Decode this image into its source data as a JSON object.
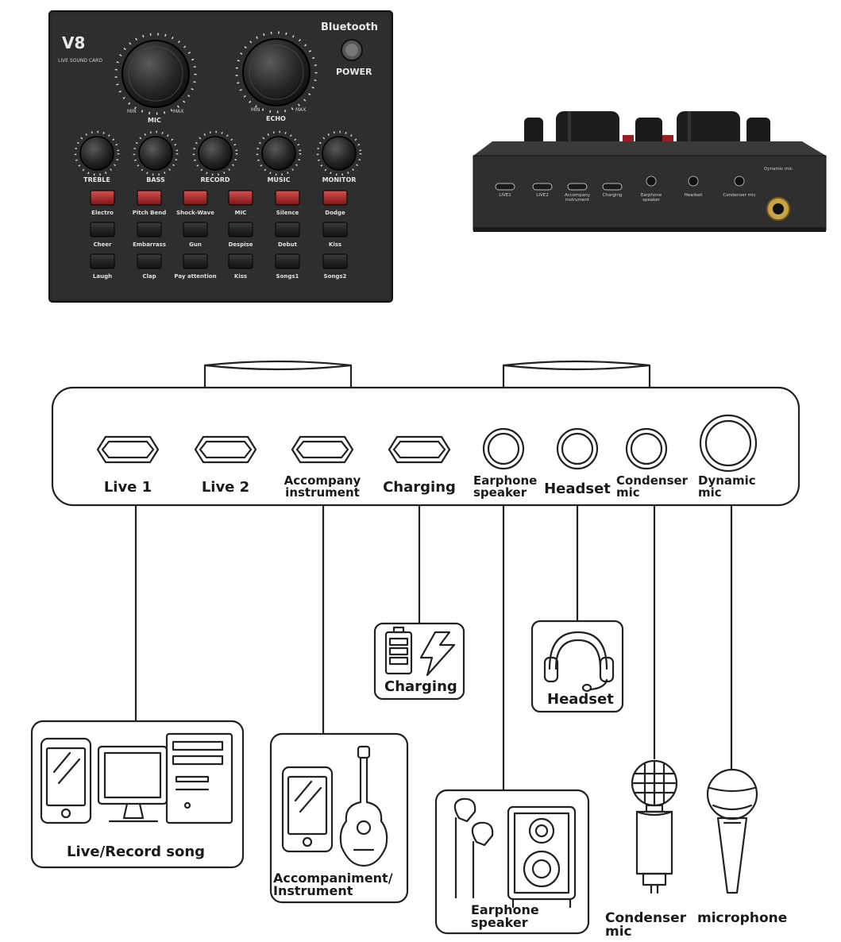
{
  "top_view": {
    "brand": "V8",
    "subtitle": "LIVE SOUND CARD",
    "bluetooth": "Bluetooth",
    "power": "POWER",
    "big_knobs": [
      {
        "name": "MIC",
        "min": "MIN",
        "max": "MAX"
      },
      {
        "name": "ECHO",
        "min": "MIN",
        "max": "MAX"
      }
    ],
    "small_knobs": [
      "TREBLE",
      "BASS",
      "RECORD",
      "MUSIC",
      "MONITOR"
    ],
    "button_rows": [
      [
        "Electro",
        "Pitch Bend",
        "Shock-Wave",
        "MIC",
        "Silence",
        "Dodge"
      ],
      [
        "Cheer",
        "Embarrass",
        "Gun",
        "Despise",
        "Debut",
        "Kiss"
      ],
      [
        "Laugh",
        "Clap",
        "Pay attention",
        "Kiss",
        "Songs1",
        "Songs2"
      ]
    ]
  },
  "side_view": {
    "ports": [
      "LIVE1",
      "LIVE2",
      "Accompany instrument",
      "Charging",
      "Earphone speaker",
      "Headset",
      "Condenser mic",
      "Dynamic mic"
    ]
  },
  "diagram": {
    "ports": [
      {
        "label": "Live 1"
      },
      {
        "label": "Live 2"
      },
      {
        "label": "Accompany\ninstrument"
      },
      {
        "label": "Charging"
      },
      {
        "label": "Earphone\nspeaker"
      },
      {
        "label": "Headset"
      },
      {
        "label": "Condenser\nmic"
      },
      {
        "label": "Dynamic\nmic"
      }
    ],
    "devices": {
      "live_record": "Live/Record song",
      "accompaniment": "Accompaniment/\nInstrument",
      "charging": "Charging",
      "headset": "Headset",
      "earphone": "Earphone\nspeaker",
      "condenser": "Condenser\nmic",
      "microphone": "microphone"
    }
  }
}
